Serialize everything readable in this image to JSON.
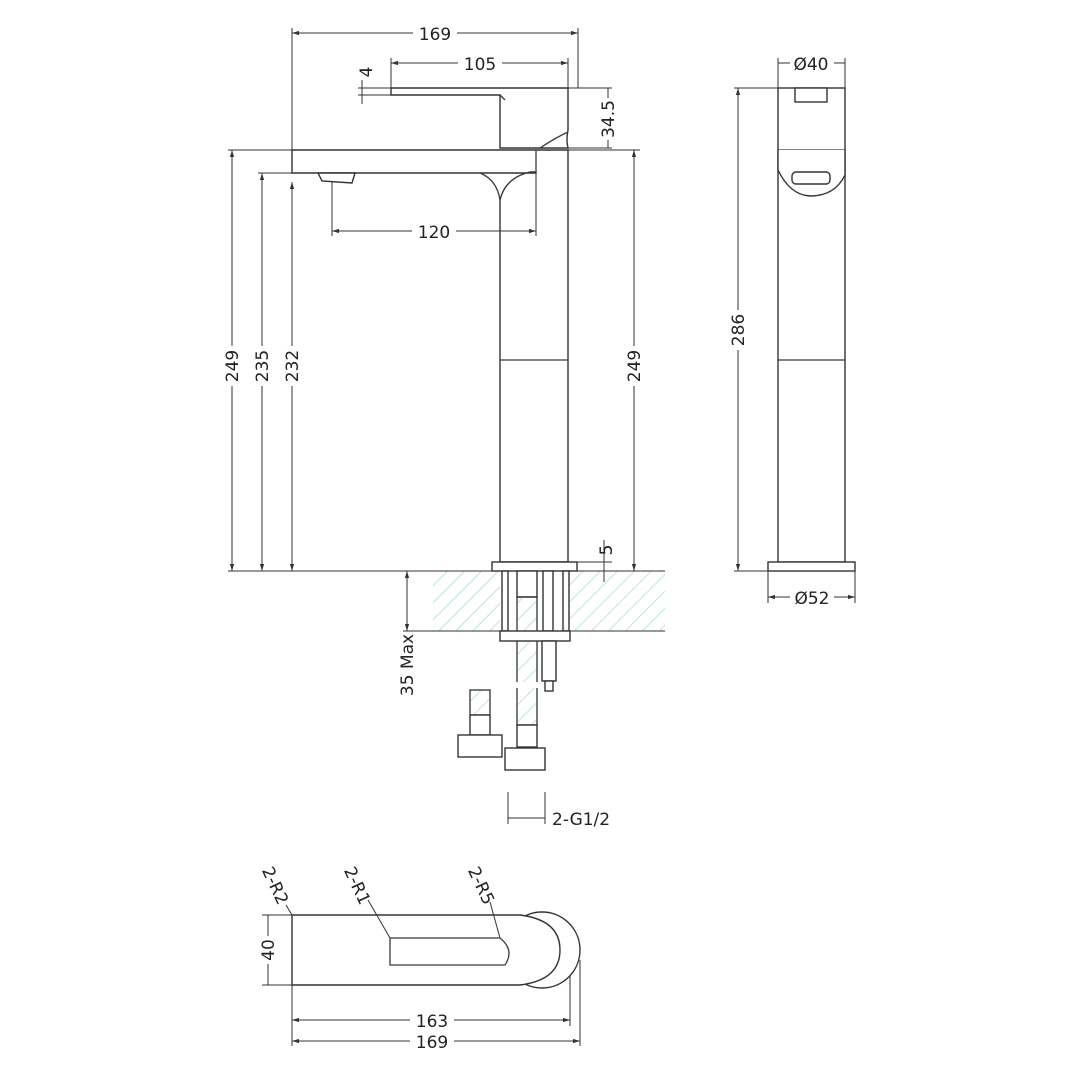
{
  "front_view": {
    "overall_width": "169",
    "lever_length": "105",
    "lever_thickness": "4",
    "handle_height": "34.5",
    "spout_reach": "120",
    "height_left": "249",
    "height_spout_top": "235",
    "height_outlet": "232",
    "height_right": "249",
    "base_thickness": "5",
    "deck_thickness": "35 Max",
    "connector": "2-G1/2"
  },
  "side_view": {
    "top_diameter": "Ø40",
    "overall_height": "286",
    "base_diameter": "Ø52"
  },
  "top_view": {
    "radius_corner": "2-R2",
    "radius_slot": "2-R1",
    "radius_handle": "2-R5",
    "depth": "40",
    "body_length": "163",
    "overall_length": "169"
  },
  "colors": {
    "line": "#333333",
    "hatch": "#8fd8d8"
  }
}
